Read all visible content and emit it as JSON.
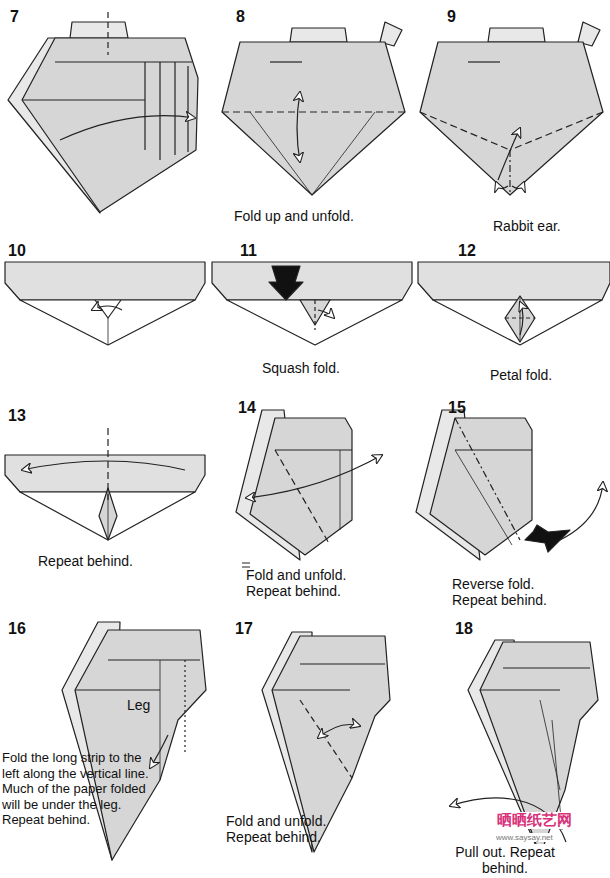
{
  "diagram": {
    "labels": [
      "7",
      "8",
      "Fold up and unfold.",
      "9",
      "Rabbit ear.",
      "10",
      "11",
      "Squash fold.",
      "12",
      "Petal fold.",
      "13",
      "Repeat behind.",
      "14",
      "Fold and unfold. Repeat behind.",
      "15",
      "Reverse fold. Repeat behind.",
      "16",
      "Leg",
      "Fold the long strip to the left along the vertical line. Much of the paper folded will be under the leg. Repeat behind.",
      "17",
      "Fold and unfold. Repeat behind.",
      "18",
      "Pull out. Repeat behind.",
      "晒晒纸艺网",
      "www.saysay.net"
    ]
  }
}
